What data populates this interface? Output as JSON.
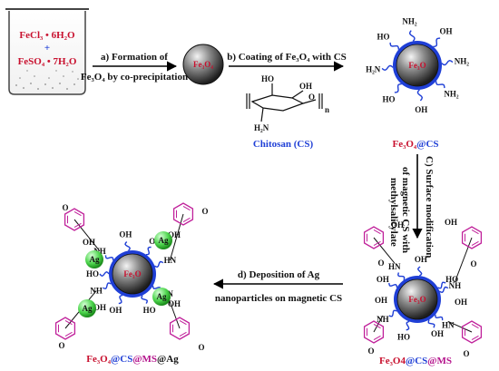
{
  "beaker": {
    "reagent1": "FeCl₃ • 6H₂O",
    "plus": "+",
    "reagent2": "FeSO₄ • 7H₂O"
  },
  "steps": {
    "a_line1": "a) Formation of",
    "a_line2": "Fe₃O₄ by co-precipitation",
    "b_line1": "b) Coating of Fe₃O₄ with CS",
    "c_line1": "C) Surface modification",
    "c_line2": "of magnetic CS with",
    "c_line3": "methylsalicylate",
    "d_line1": "d) Deposition of Ag",
    "d_line2": "nanoparticles on magnetic CS"
  },
  "core": {
    "label": "Fe₃O₄",
    "label_dim": "Fe₃O"
  },
  "chitosan": {
    "name": "Chitosan (CS)",
    "ho": "HO",
    "oh": "OH",
    "o": "O",
    "h2n": "H₂N",
    "n": "n"
  },
  "groups": {
    "oh": "OH",
    "ho": "HO",
    "nh2": "NH₂",
    "h2n": "H₂N",
    "nh": "NH",
    "hn": "HN",
    "o": "O",
    "ag": "Ag"
  },
  "products": {
    "p1": {
      "fe": "Fe₃O₄",
      "cs": "@CS"
    },
    "p2": {
      "fe": "Fe₃O4",
      "cs": "@CS",
      "ms": "@MS"
    },
    "p3": {
      "fe": "Fe₃O₄",
      "cs": "@CS",
      "ms": "@MS",
      "ag": "@Ag"
    }
  },
  "colors": {
    "fe_label": "#c8102e",
    "cs_label": "#1f3fd6",
    "ms_label": "#b4148c",
    "shell": "#1f3fd6",
    "ring": "#c0209a",
    "ag_particle": "#3fd23f"
  }
}
